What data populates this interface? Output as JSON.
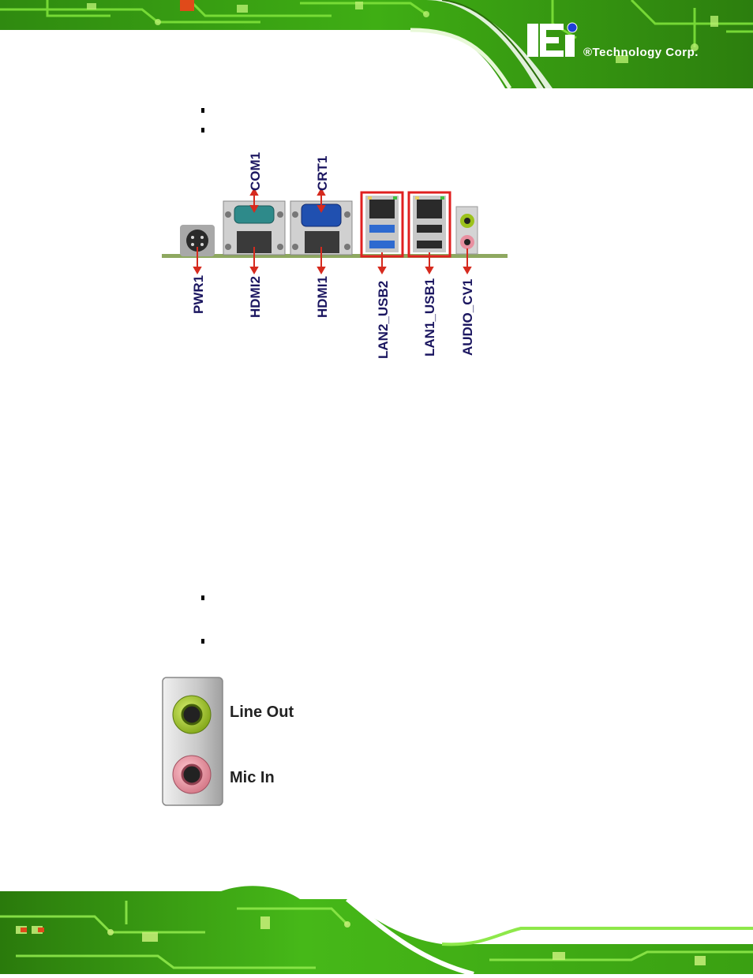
{
  "header": {
    "logo_text": "iEi",
    "brand": "®Technology Corp."
  },
  "panel": {
    "labels_top": {
      "com1": "COM1",
      "crt1": "CRT1"
    },
    "labels_bottom": {
      "pwr1": "PWR1",
      "hdmi2": "HDMI2",
      "hdmi1": "HDMI1",
      "lan2_usb2": "LAN2_USB2",
      "lan1_usb1": "LAN1_USB1",
      "audio_cv1": "AUDIO_CV1"
    }
  },
  "audio": {
    "line_out": "Line Out",
    "mic_in": "Mic In"
  },
  "colors": {
    "circuit_green": "#4cc21a",
    "label_navy": "#1b1660",
    "highlight_red": "#e02020",
    "arrow_red": "#d62a1e"
  }
}
